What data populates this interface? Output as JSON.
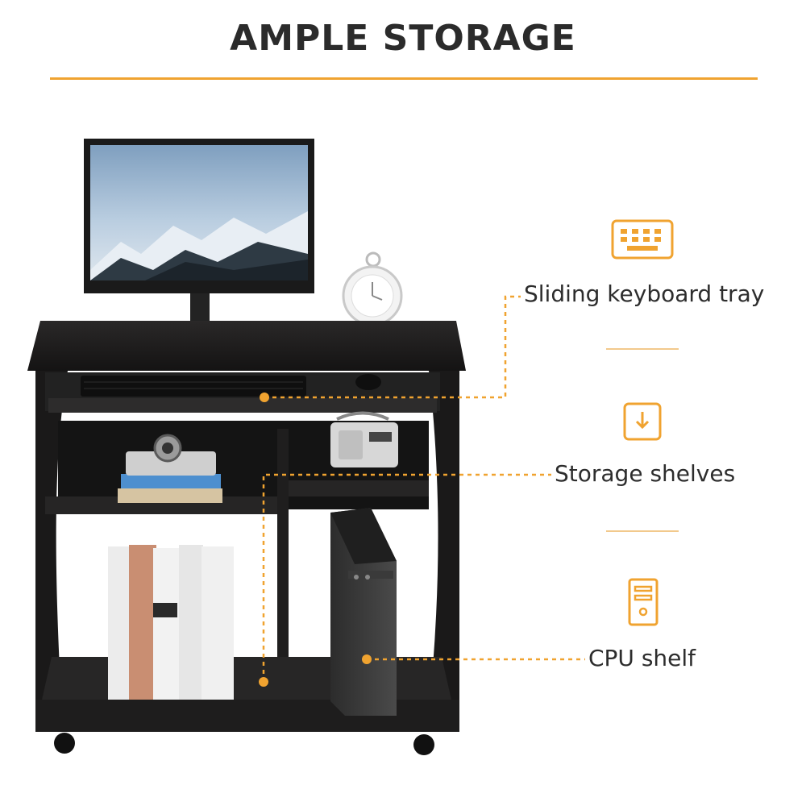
{
  "title": "AMPLE STORAGE",
  "colors": {
    "accent": "#f0a330",
    "desk": "#1c1b1b",
    "text": "#2d2d2d"
  },
  "features": [
    {
      "label": "Sliding keyboard tray",
      "icon": "keyboard-icon"
    },
    {
      "label": "Storage shelves",
      "icon": "tray-download-icon"
    },
    {
      "label": "CPU shelf",
      "icon": "computer-tower-icon"
    }
  ]
}
